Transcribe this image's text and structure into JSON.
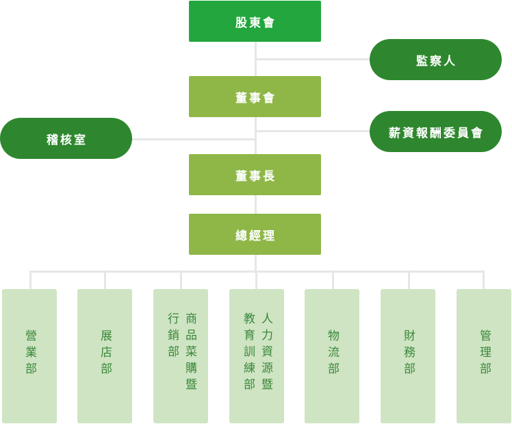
{
  "org_chart": {
    "shareholders_meeting": "股東會",
    "supervisors": "監察人",
    "board_of_directors": "董事會",
    "audit_office": "稽核室",
    "compensation_committee": "薪資報酬委員會",
    "chairman": "董事長",
    "general_manager": "總經理",
    "departments": [
      {
        "label": "營業部"
      },
      {
        "label": "展店部"
      },
      {
        "label": "商品菜購暨行銷部"
      },
      {
        "label": "人力資源暨教育訓練部"
      },
      {
        "label": "物流部"
      },
      {
        "label": "財務部"
      },
      {
        "label": "管理部"
      }
    ]
  },
  "colors": {
    "top_node": "#22a63d",
    "executive_node": "#8fb748",
    "side_unit_pill": "#2e872e",
    "department_background": "#cfe4c3",
    "department_text": "#3a873b",
    "connector_line": "#e6e6e6"
  }
}
